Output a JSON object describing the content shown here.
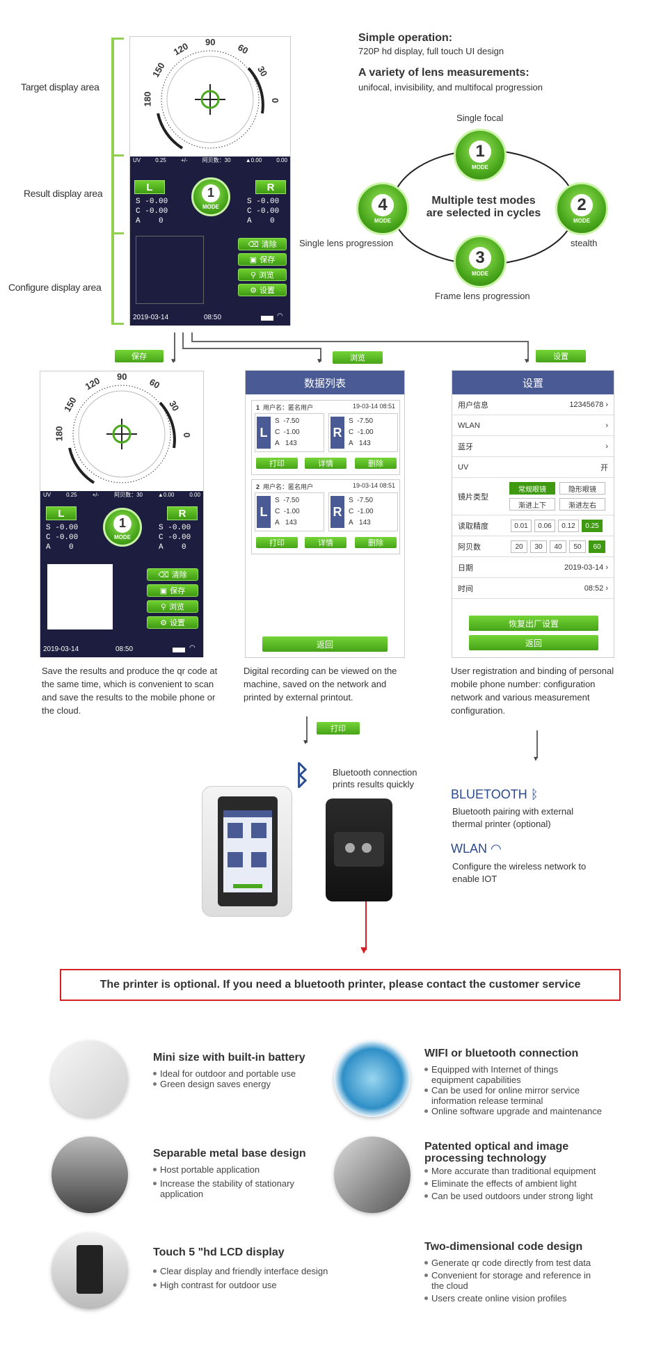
{
  "left_labels": {
    "target": "Target display area",
    "result": "Result display area",
    "configure": "Configure display area"
  },
  "dial": {
    "n90": "90",
    "n120": "120",
    "n60": "60",
    "n150": "150",
    "n30": "30",
    "n180": "180",
    "n0": "0"
  },
  "screen": {
    "top": {
      "uv": "UV",
      "v1": "0.25",
      "pm": "+/-",
      "abbe": "阿贝数：30",
      "tri": "▲0.00",
      "v2": "0.00"
    },
    "L": "L",
    "R": "R",
    "left_vals": [
      [
        "S",
        "-0.00"
      ],
      [
        "C",
        "-0.00"
      ],
      [
        "A",
        "0"
      ]
    ],
    "right_vals": [
      [
        "S",
        "-0.00"
      ],
      [
        "C",
        "-0.00"
      ],
      [
        "A",
        "0"
      ]
    ],
    "mode_num": "1",
    "mode_tag": "MODE",
    "buttons": {
      "clear": "清除",
      "save": "保存",
      "browse": "浏览",
      "settings": "设置"
    },
    "date": "2019-03-14",
    "time": "08:50"
  },
  "intro": {
    "h1": "Simple operation:",
    "p1": "720P hd display, full touch UI design",
    "h2": "A variety of lens measurements:",
    "p2": "unifocal, invisibility, and multifocal progression"
  },
  "cycle": {
    "center": "Multiple test modes\nare selected in cycles",
    "m1": "1",
    "m2": "2",
    "m3": "3",
    "m4": "4",
    "tag": "MODE",
    "single": "Single focal",
    "stealth": "stealth",
    "frame": "Frame lens progression",
    "single_lens": "Single lens progression"
  },
  "tags": {
    "save": "保存",
    "browse": "浏览",
    "settings": "设置",
    "print": "打印"
  },
  "data_list": {
    "title": "数据列表",
    "records": [
      {
        "no": "1",
        "user": "用户名：匿名用户",
        "date": "19-03-14 08:51",
        "L": "L",
        "R": "R",
        "lv": [
          [
            "S",
            "-7.50"
          ],
          [
            "C",
            "-1.00"
          ],
          [
            "A",
            "143"
          ]
        ],
        "rv": [
          [
            "S",
            "-7.50"
          ],
          [
            "C",
            "-1.00"
          ],
          [
            "A",
            "143"
          ]
        ],
        "b1": "打印",
        "b2": "详情",
        "b3": "删除"
      },
      {
        "no": "2",
        "user": "用户名：匿名用户",
        "date": "19-03-14 08:51",
        "L": "L",
        "R": "R",
        "lv": [
          [
            "S",
            "-7.50"
          ],
          [
            "C",
            "-1.00"
          ],
          [
            "A",
            "143"
          ]
        ],
        "rv": [
          [
            "S",
            "-7.50"
          ],
          [
            "C",
            "-1.00"
          ],
          [
            "A",
            "143"
          ]
        ],
        "b1": "打印",
        "b2": "详情",
        "b3": "删除"
      }
    ],
    "back": "返回"
  },
  "settings": {
    "title": "设置",
    "user_info": "用户信息",
    "user_val": "12345678",
    "wlan": "WLAN",
    "bt": "蓝牙",
    "uv": "UV",
    "uv_val": "开",
    "lens_type": "镜片类型",
    "lt": [
      "常规眼镜",
      "隐形眼镜",
      "渐进上下",
      "渐进左右"
    ],
    "precision": "读取精度",
    "prec": [
      "0.01",
      "0.06",
      "0.12",
      "0.25"
    ],
    "abbe": "阿贝数",
    "abbe_vals": [
      "20",
      "30",
      "40",
      "50",
      "60"
    ],
    "date": "日期",
    "date_val": "2019-03-14",
    "time": "时间",
    "time_val": "08:52",
    "reset": "恢复出厂设置",
    "back": "返回"
  },
  "captions": {
    "c1": "Save the results and produce the qr code at the same time, which is convenient to scan and save the results to the mobile phone or the cloud.",
    "c2": "Digital recording can be viewed on the machine, saved on the network and printed by external printout.",
    "c3": "User registration and binding of personal mobile phone number: configuration network and various measurement configuration."
  },
  "bt_note": "Bluetooth connection\nprints results quickly",
  "bluetooth": {
    "title": "BLUETOOTH",
    "desc": "Bluetooth pairing with external thermal printer (optional)"
  },
  "wlan": {
    "title": "WLAN",
    "desc": "Configure the wireless network to enable IOT"
  },
  "notice": "The printer is optional. If you need a bluetooth printer, please contact the customer service",
  "features": [
    {
      "title": "Mini size with built-in battery",
      "items": [
        "Ideal for outdoor and portable use",
        "Green design saves energy"
      ]
    },
    {
      "title": "WIFI or bluetooth connection",
      "items": [
        "Equipped with Internet of things equipment capabilities",
        "Can be used for online mirror service information release terminal",
        "Online software upgrade and maintenance"
      ]
    },
    {
      "title": "Separable metal base design",
      "items": [
        "Host portable application",
        "Increase the stability of stationary application"
      ]
    },
    {
      "title": "Patented optical and image processing technology",
      "items": [
        "More accurate than traditional equipment",
        "Eliminate the effects of ambient light",
        "Can be used outdoors under strong light"
      ]
    },
    {
      "title": "Touch 5 \"hd LCD display",
      "items": [
        "Clear display and friendly interface design",
        "High contrast for outdoor use"
      ]
    },
    {
      "title": "Two-dimensional code design",
      "items": [
        "Generate qr code directly from test data",
        "Convenient for storage and reference in the cloud",
        "Users create online vision profiles"
      ]
    }
  ],
  "colors": {
    "green": "#4aa81c",
    "navy": "#1d1d3f",
    "panel": "#4a5a94",
    "red": "#d42020"
  }
}
